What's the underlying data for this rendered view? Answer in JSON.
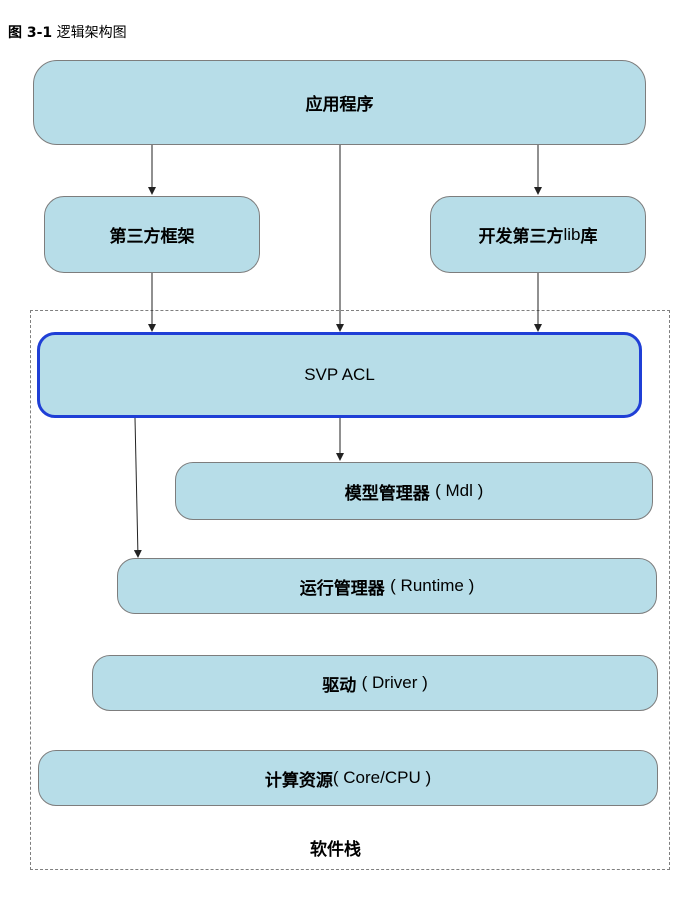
{
  "caption": {
    "number": "图 3-1",
    "title": "逻辑架构图"
  },
  "nodes": {
    "app": {
      "cn": "应用程序"
    },
    "framework": {
      "cn": "第三方框架"
    },
    "devlib": {
      "cn": "开发第三方",
      "en": "lib",
      "cn2": "库"
    },
    "svp_acl": {
      "en": "SVP ACL"
    },
    "mdl": {
      "cn": "模型管理器",
      "en": "( Mdl )"
    },
    "runtime": {
      "cn": "运行管理器",
      "en": "( Runtime )"
    },
    "driver": {
      "cn": "驱动",
      "en": "( Driver )"
    },
    "compute": {
      "cn": "计算资源",
      "en": "( Core/CPU )"
    }
  },
  "stack_label": "软件栈",
  "colors": {
    "box_fill": "#b7dde8",
    "box_border": "#7d7d7d",
    "acl_border": "#1f3fd6",
    "dashed": "#7f7f7f"
  }
}
